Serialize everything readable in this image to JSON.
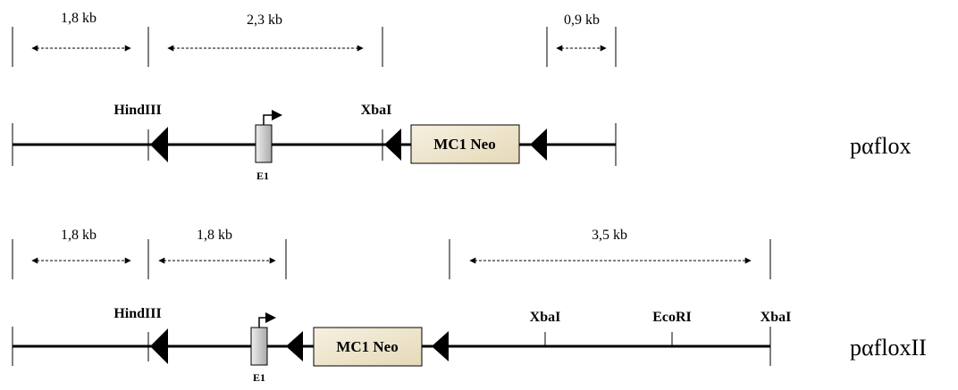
{
  "constructs": [
    {
      "name": "pαflox",
      "exon_label": "E1",
      "cassette_label": "MC1 Neo",
      "sites": [
        "HindIII",
        "XbaI"
      ],
      "distances": [
        "1,8 kb",
        "2,3 kb",
        "0,9 kb"
      ]
    },
    {
      "name": "pαfloxII",
      "exon_label": "E1",
      "cassette_label": "MC1 Neo",
      "sites": [
        "HindIII",
        "XbaI",
        "EcoRI",
        "XbaI"
      ],
      "distances": [
        "1,8 kb",
        "1,8 kb",
        "3,5 kb"
      ]
    }
  ],
  "colors": {
    "line": "#000000",
    "cassette_fill": "#efe6cf",
    "exon_fill": "#cccccc"
  }
}
